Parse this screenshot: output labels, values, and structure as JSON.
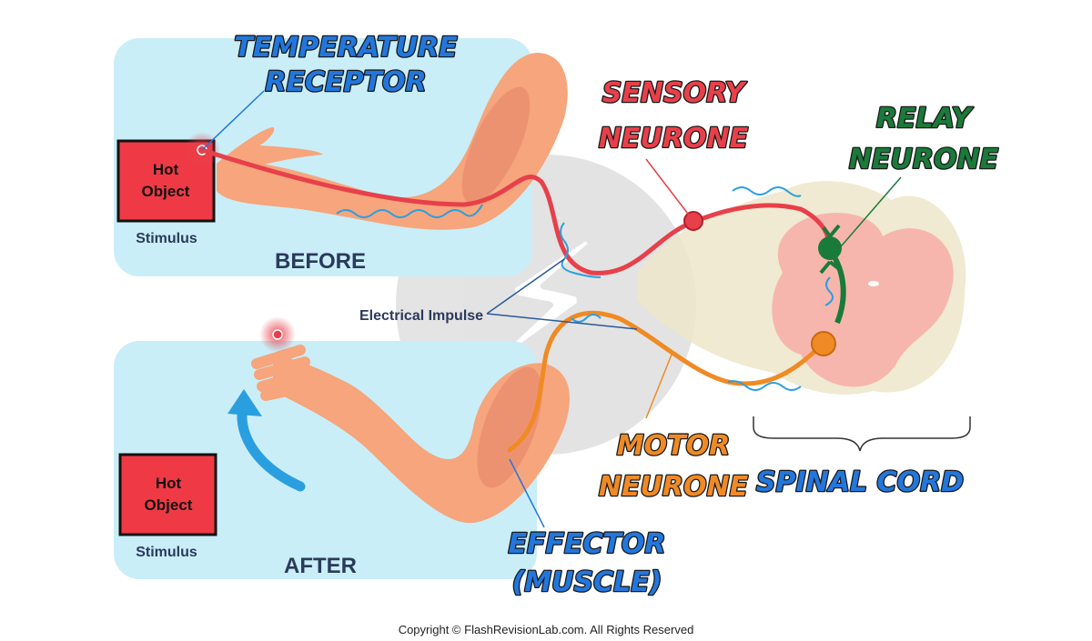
{
  "labels": {
    "temperature_receptor": [
      "TEMPERATURE",
      "RECEPTOR"
    ],
    "sensory_neurone": [
      "SENSORY",
      "NEURONE"
    ],
    "relay_neurone": [
      "RELAY",
      "NEURONE"
    ],
    "motor_neurone": [
      "MOTOR",
      "NEURONE"
    ],
    "spinal_cord": "SPINAL CORD",
    "effector": [
      "EFFECTOR",
      "(MUSCLE)"
    ],
    "electrical_impulse": "Electrical Impulse"
  },
  "panels": {
    "before": {
      "caption": "BEFORE",
      "box_text": [
        "Hot",
        "Object"
      ],
      "stimulus": "Stimulus"
    },
    "after": {
      "caption": "AFTER",
      "box_text": [
        "Hot",
        "Object"
      ],
      "stimulus": "Stimulus"
    }
  },
  "copyright": "Copyright © FlashRevisionLab.com. All Rights Reserved",
  "colors": {
    "panel": "#c9eef8",
    "sensory": "#e8404a",
    "relay": "#1a7a3a",
    "motor": "#f08a24",
    "label_blue": "#2277dd",
    "impulse": "#2a9fe0",
    "skin": "#f6a57c",
    "spinal_grey": "#ece6c9",
    "spinal_pink": "#f7b0a8",
    "hot_box": "#ef3a45"
  }
}
